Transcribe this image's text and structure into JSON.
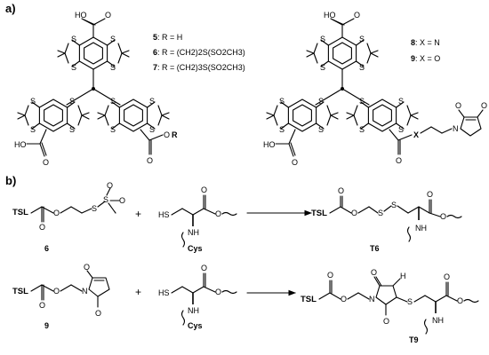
{
  "panels": {
    "a": "a)",
    "b": "b)"
  },
  "legend_a": {
    "items": [
      {
        "id": "5",
        "text": ": R = H"
      },
      {
        "id": "6",
        "text": ": R = (CH2)2S(SO2CH3)"
      },
      {
        "id": "7",
        "text": ": R = (CH2)3S(SO2CH3)"
      }
    ]
  },
  "legend_b": {
    "items": [
      {
        "id": "8",
        "text": ": X = N"
      },
      {
        "id": "9",
        "text": ": X = O"
      }
    ]
  },
  "compounds": {
    "c6": "6",
    "c9": "9",
    "cys": "Cys",
    "t6": "T6",
    "t9": "T9"
  },
  "atoms": {
    "tsl": "TSL",
    "o": "O",
    "o_ester": "O",
    "r": "R",
    "x": "X",
    "n": "N",
    "s": "S",
    "h": "H",
    "hs": "HS",
    "nh": "NH",
    "ho": "HO",
    "oh_left": "HO"
  },
  "symbols": {
    "plus": "+"
  }
}
